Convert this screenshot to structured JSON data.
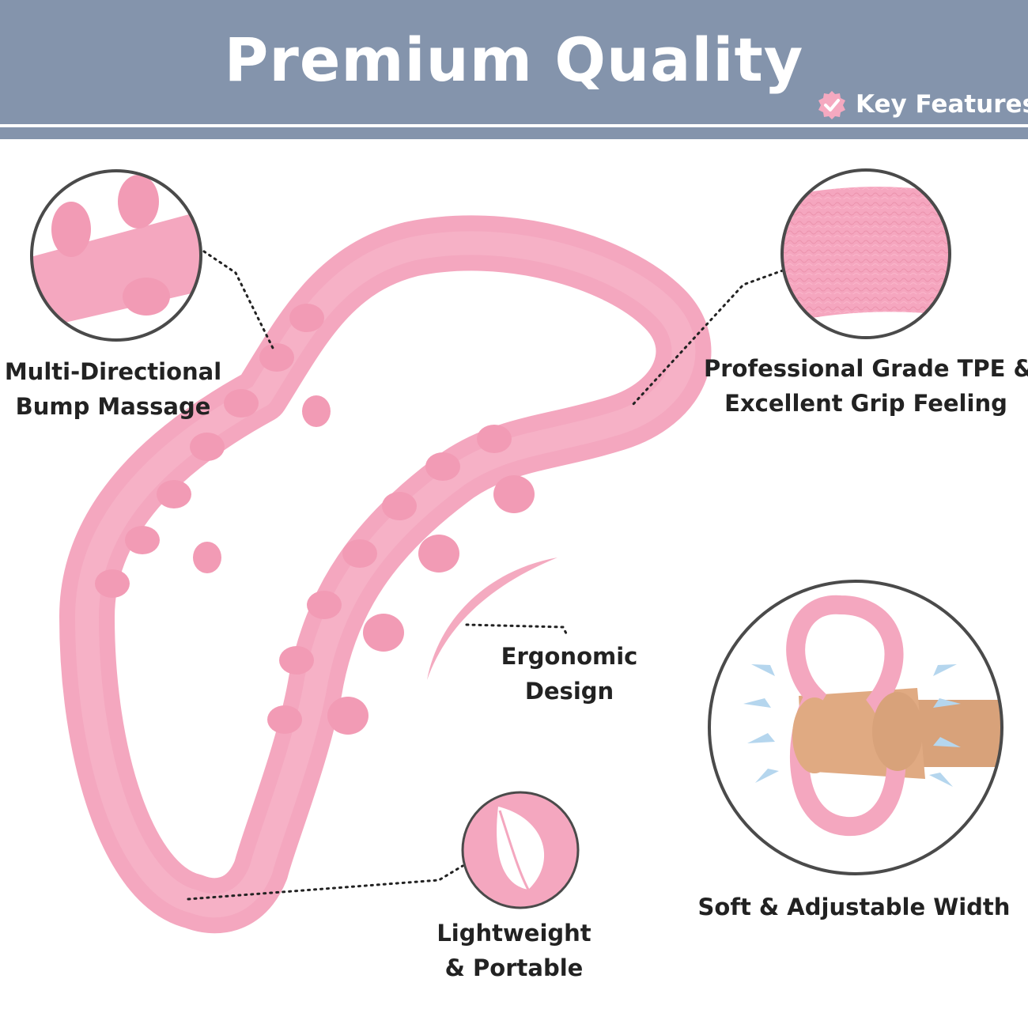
{
  "header": {
    "title": "Premium Quality",
    "badge_label": "Key Features",
    "background_color": "#8494ac",
    "badge_icon": "check-badge-icon"
  },
  "features": [
    {
      "line1": "Multi-Directional",
      "line2": "Bump Massage"
    },
    {
      "line1": "Professional Grade TPE &",
      "line2": "Excellent Grip Feeling"
    },
    {
      "line1": "Ergonomic",
      "line2": "Design"
    },
    {
      "line1": "Lightweight",
      "line2": "& Portable"
    },
    {
      "line1": "Soft & Adjustable Width"
    }
  ],
  "colors": {
    "product_pink": "#f4a7bf",
    "circle_border": "#4a4a4a",
    "text": "#222222"
  }
}
